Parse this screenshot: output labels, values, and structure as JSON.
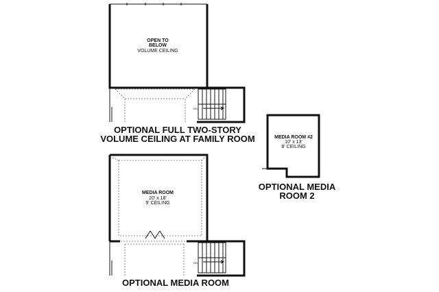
{
  "plan1": {
    "room_name_line1": "OPEN TO",
    "room_name_line2": "BELOW",
    "room_detail": "VOLUME CEILING",
    "stair_label": "DN",
    "caption_line1": "OPTIONAL FULL TWO-STORY",
    "caption_line2": "VOLUME CEILING AT FAMILY ROOM"
  },
  "plan2": {
    "room_name": "MEDIA ROOM",
    "room_size": "20' x 18'",
    "room_ceiling": "9' CEILING",
    "stair_label": "DN",
    "caption": "OPTIONAL MEDIA ROOM"
  },
  "plan3": {
    "room_name": "MEDIA ROOM #2",
    "room_size": "10' x 13'",
    "room_ceiling": "8' CEILING",
    "caption_line1": "OPTIONAL MEDIA",
    "caption_line2": "ROOM 2"
  }
}
